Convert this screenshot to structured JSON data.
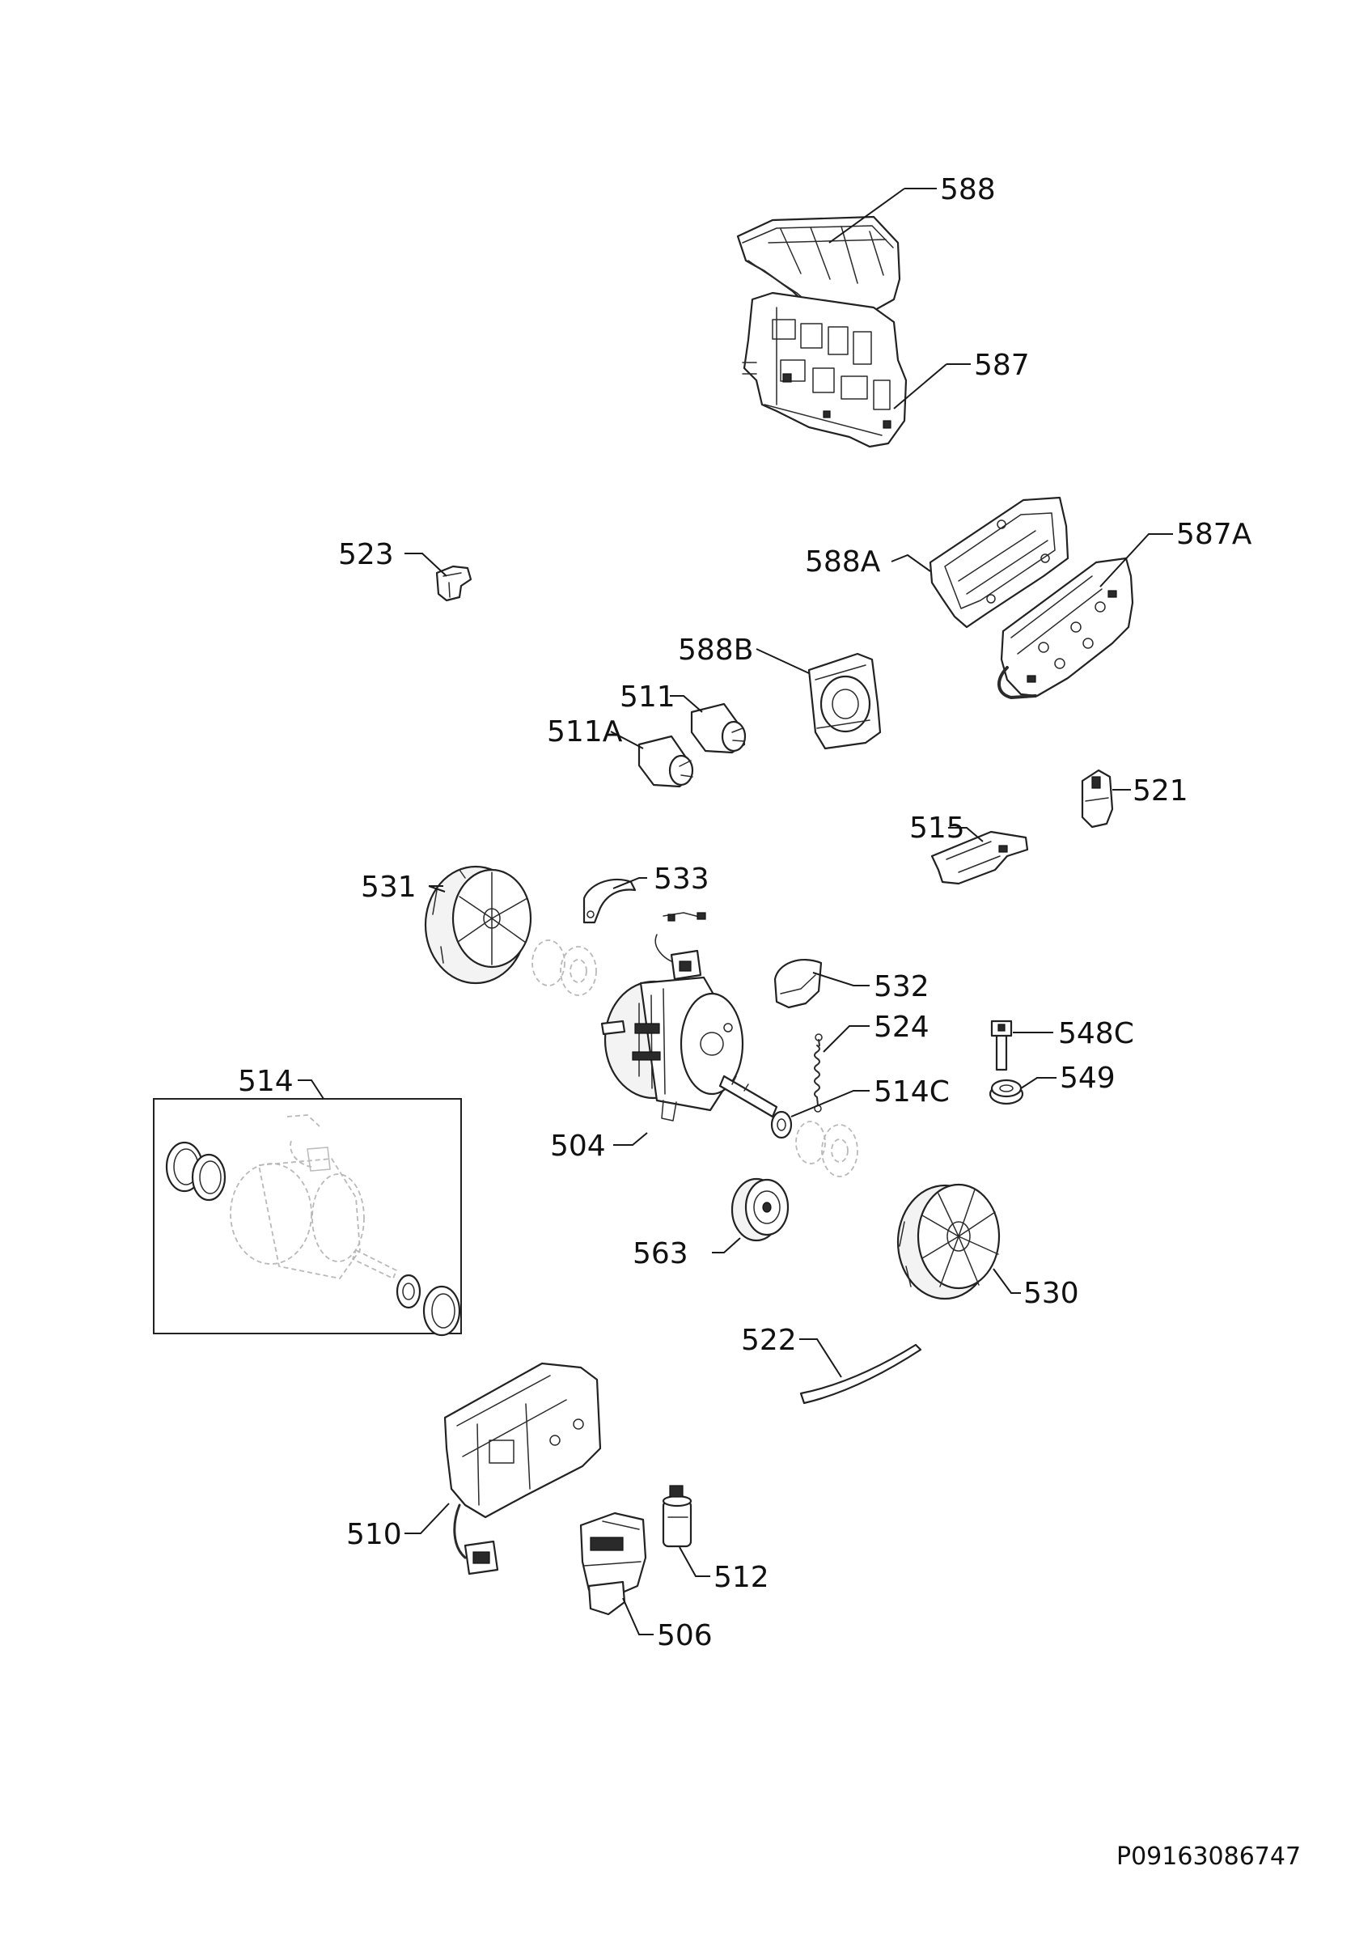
{
  "callouts": {
    "c588": "588",
    "c587": "587",
    "c523": "523",
    "c588A": "588A",
    "c587A": "587A",
    "c588B": "588B",
    "c511": "511",
    "c511A": "511A",
    "c521": "521",
    "c515": "515",
    "c531": "531",
    "c533": "533",
    "c532": "532",
    "c524": "524",
    "c548C": "548C",
    "c549": "549",
    "c514": "514",
    "c514C": "514C",
    "c504": "504",
    "c563": "563",
    "c530": "530",
    "c522": "522",
    "c510": "510",
    "c512": "512",
    "c506": "506"
  },
  "document_code": "P09163086747",
  "colors": {
    "line": "#222222",
    "ghost": "#b9b9b9",
    "background": "#ffffff"
  }
}
